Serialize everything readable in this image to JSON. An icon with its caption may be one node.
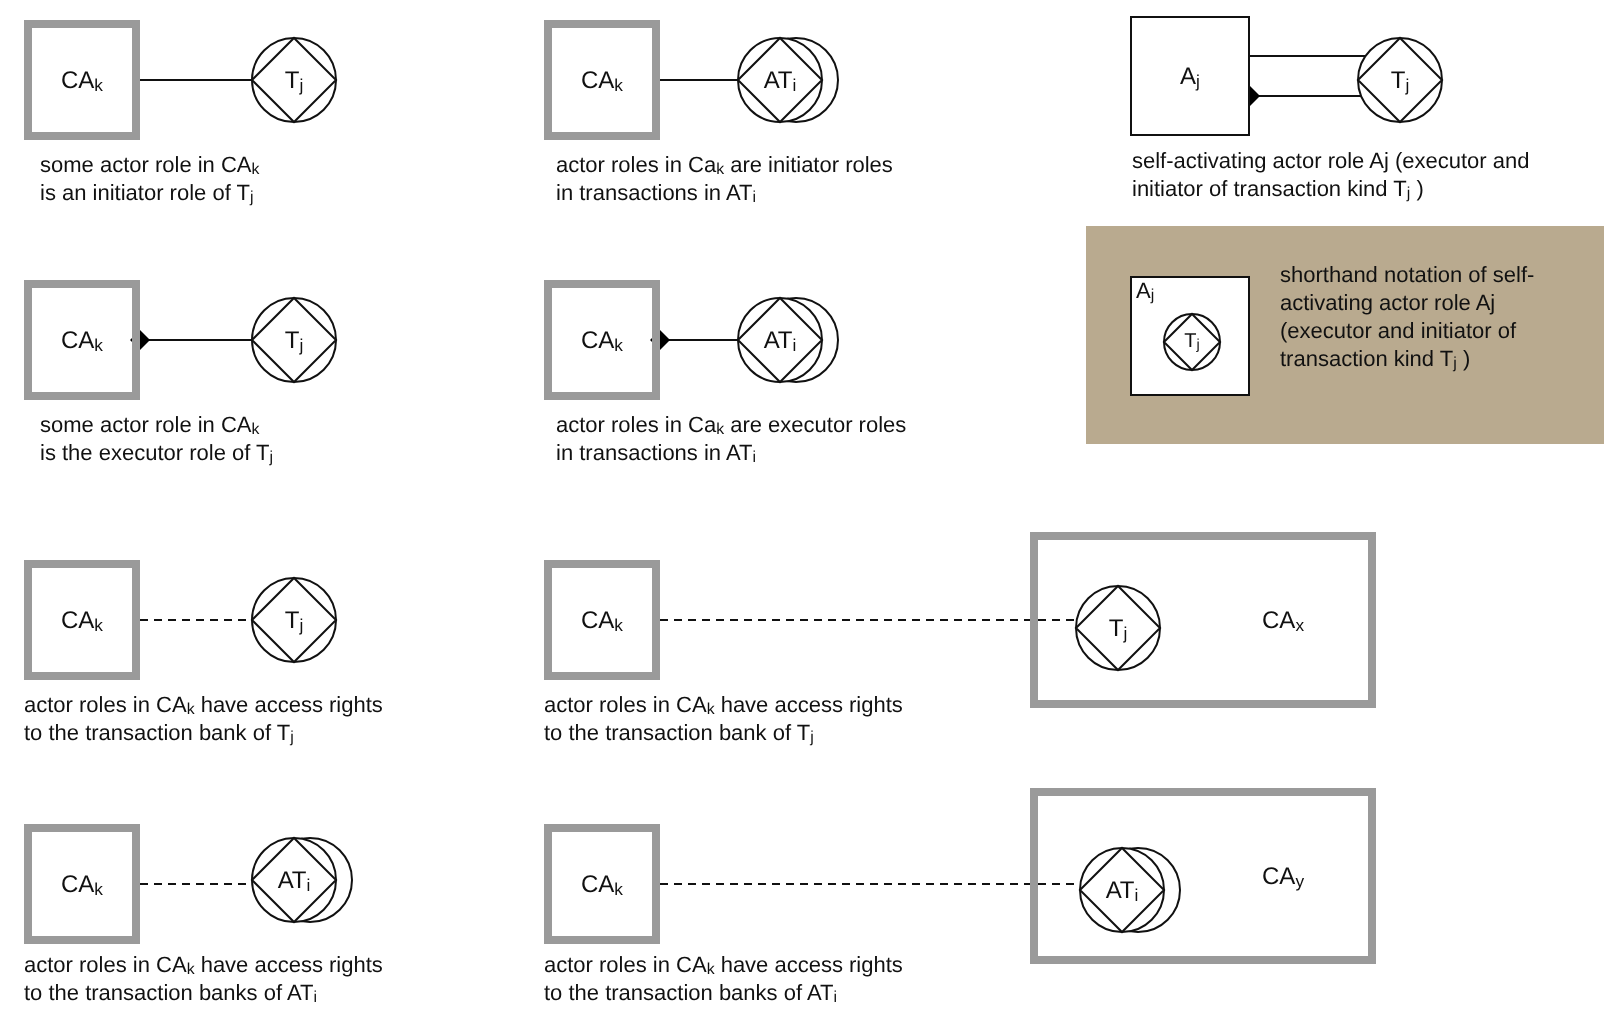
{
  "diagram": {
    "nodes": [
      {
        "text": [
          "CA$_{k}$"
        ]
      },
      {
        "text": [
          "T$_{j}$"
        ]
      },
      {
        "text": [
          "CA$_{k}$"
        ]
      },
      {
        "text": [
          "AT$_{i}$"
        ]
      },
      {
        "text": [
          "A$_{j}$"
        ]
      },
      {
        "text": [
          "T$_{j}$"
        ]
      },
      {
        "text": [
          "CA$_{k}$"
        ]
      },
      {
        "text": [
          "T$_{j}$"
        ]
      },
      {
        "text": [
          "CA$_{k}$"
        ]
      },
      {
        "text": [
          "AT$_{i}$"
        ]
      },
      {
        "text": [
          "shorthand notation of self-activating actor role Aj (executor and initiator of transaction kind T$_{j}$ )"
        ]
      },
      {
        "text": [
          "A$_{j}$"
        ],
        "in": 10
      },
      {
        "text": [
          "T$_{j}$"
        ],
        "in": 11
      },
      {
        "text": [
          "CA$_{k}$"
        ]
      },
      {
        "text": [
          "T$_{j}$"
        ]
      },
      {
        "text": [
          "CA$_{k}$"
        ]
      },
      {
        "text": [
          "CA$_{x}$"
        ]
      },
      {
        "text": [
          "T$_{j}$"
        ],
        "in": 16
      },
      {
        "text": [
          "CA$_{k}$"
        ]
      },
      {
        "text": [
          "AT$_{i}$"
        ]
      },
      {
        "text": [
          "CA$_{k}$"
        ]
      },
      {
        "text": [
          "CA$_{y}$"
        ]
      },
      {
        "text": [
          "AT$_{i}$"
        ],
        "in": 21
      }
    ],
    "edges": [
      {
        "from": 0,
        "to": 1,
        "arrow": "none"
      },
      {
        "from": 2,
        "to": 3,
        "arrow": "none"
      },
      {
        "from": 4,
        "to": 5,
        "arrow": "none"
      },
      {
        "from": 4,
        "to": 5,
        "arrow": "other"
      },
      {
        "from": 6,
        "to": 7,
        "arrow": "other"
      },
      {
        "from": 8,
        "to": 9,
        "arrow": "other"
      },
      {
        "from": 13,
        "to": 14,
        "arrow": "none",
        "style": "dashed"
      },
      {
        "from": 15,
        "to": 17,
        "arrow": "none",
        "style": "dashed"
      },
      {
        "from": 18,
        "to": 19,
        "arrow": "none",
        "style": "dashed"
      },
      {
        "from": 20,
        "to": 22,
        "arrow": "none",
        "style": "dashed"
      }
    ],
    "labels": [
      "some actor role in CA$_{k}$ is an initiator role of T$_{j}$",
      "actor roles in Ca$_{k}$ are initiator roles in transactions in AT$_{i}$",
      "self-activating actor role Aj (executor and initiator of transaction kind T$_{j}$ )",
      "some actor role in CA$_{k}$ is the executor role of T$_{j}$",
      "actor roles in Ca$_{k}$ are executor roles in transactions in AT$_{i}$",
      "actor roles in CA$_{k}$ have access rights to the transaction bank of T$_{j}$",
      "actor roles in CA$_{k}$ have access rights to the transaction bank of T$_{j}$",
      "actor roles in CA$_{k}$ have access rights to the transaction banks of AT$_{i}$",
      "actor roles in CA$_{k}$ have access rights to the transaction banks of AT$_{i}$"
    ]
  }
}
